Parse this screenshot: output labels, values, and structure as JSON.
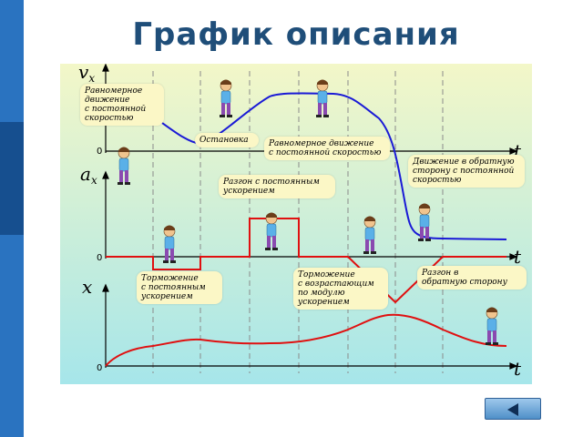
{
  "slide": {
    "title": "График описания",
    "colors": {
      "sidebar": "#1f5fa8",
      "title": "#1f4e79",
      "velocity_line": "#1a1ad6",
      "accel_line": "#e01010",
      "position_line": "#e01010",
      "panel_gradient_top": "#f3f7c8",
      "panel_gradient_bottom": "#a6e6ea"
    }
  },
  "graphs": {
    "velocity": {
      "axis_name": "v",
      "axis_subscript": "x",
      "time_label": "t",
      "zero_label": "0"
    },
    "acceleration": {
      "axis_name": "a",
      "axis_subscript": "x",
      "time_label": "t",
      "zero_label": "0"
    },
    "position": {
      "axis_name": "x",
      "time_label": "t",
      "zero_label": "0"
    }
  },
  "labels": {
    "uniform_1": "Равномерное\nдвижение\nс постоянной\nскоростью",
    "stop": "Остановка",
    "uniform_2": "Равномерное движение\nс постоянной скоростью",
    "reverse_uniform": "Движение в обратную\nсторону с постоянной\nскоростью",
    "accel_const": "Разгон с постоянным\nускорением",
    "decel_const": "Торможение\nс постоянным\nускорением",
    "decel_increasing": "Торможение\nс возрастающим\nпо модулю\nускорением",
    "accel_reverse": "Разгон в\nобратную сторону"
  },
  "navigation": {
    "back_button_icon": "arrow-left-icon"
  }
}
